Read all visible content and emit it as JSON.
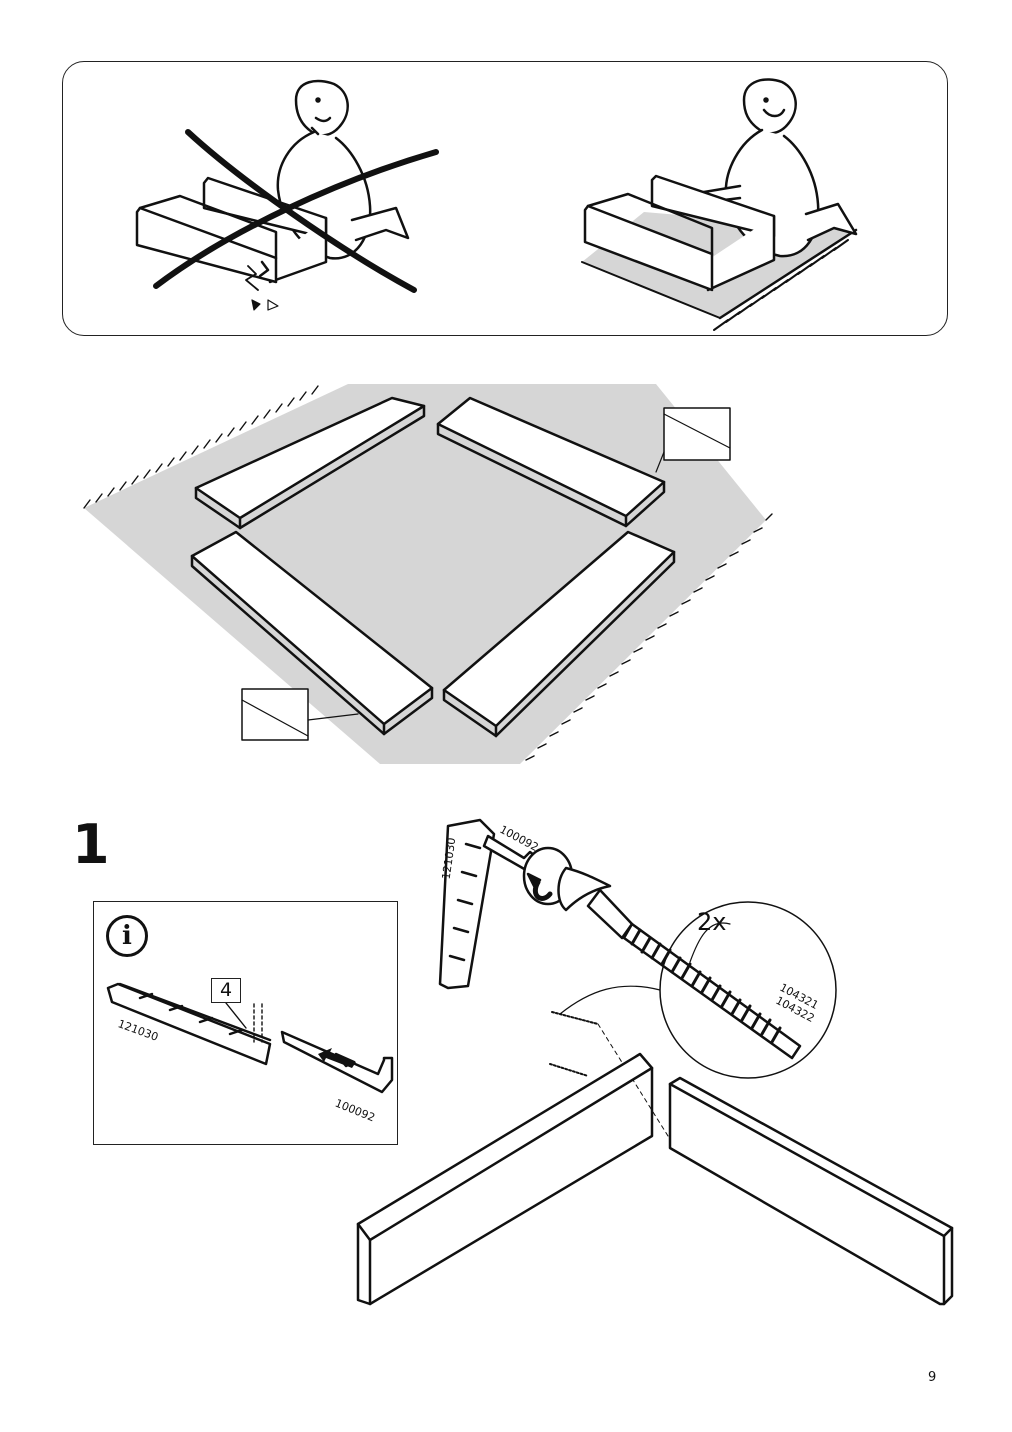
{
  "step": {
    "number": "1"
  },
  "info": {
    "icon_glyph": "i",
    "quantity_box": "4"
  },
  "parts": {
    "dowel_strip_info": "121030",
    "allen_key_info": "100092",
    "dowel_strip_main": "121030",
    "allen_key_main": "100092",
    "screw_a": "104321",
    "screw_b": "104322"
  },
  "quantity": "2x",
  "page": {
    "number": "9"
  },
  "icons": [
    "info-icon",
    "push-arrow-icon",
    "rotate-arrow-icon",
    "prohibited-cross-icon"
  ],
  "colors": {
    "ink": "#111111",
    "rug": "#d6d6d6",
    "paper": "#ffffff"
  }
}
